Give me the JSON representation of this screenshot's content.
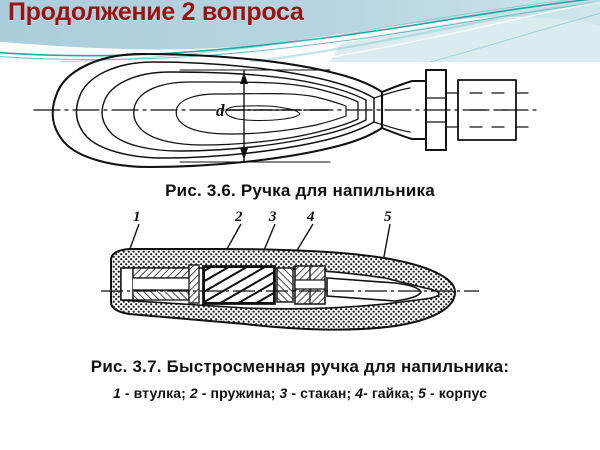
{
  "slide": {
    "title": "Продолжение 2 вопроса",
    "title_color": "#9e1111",
    "background_color": "#ffffff",
    "header_band": {
      "gradient_top_color": "#b9d5e0",
      "gradient_bottom_color": "#ffffff",
      "swoosh_color": "#1f9e9e",
      "swoosh_color_light": "#7fc6c9"
    }
  },
  "figure_1": {
    "caption": "Рис. 3.6. Ручка для напильника",
    "dimension_label": "d",
    "description": "file-handle-contour-drawing"
  },
  "figure_2": {
    "caption": "Рис. 3.7. Быстросменная ручка для напильника:",
    "callouts": [
      {
        "num": "1"
      },
      {
        "num": "2"
      },
      {
        "num": "3"
      },
      {
        "num": "4"
      },
      {
        "num": "5"
      }
    ],
    "legend": {
      "n1": "1",
      "t1": " - втулка; ",
      "n2": "2",
      "t2": " - пружина; ",
      "n3": "3",
      "t3": " - стакан; ",
      "n4": "4",
      "t4": "- гайка; ",
      "n5": "5",
      "t5": " - корпус"
    },
    "description": "quick-change-file-handle-section-drawing"
  }
}
